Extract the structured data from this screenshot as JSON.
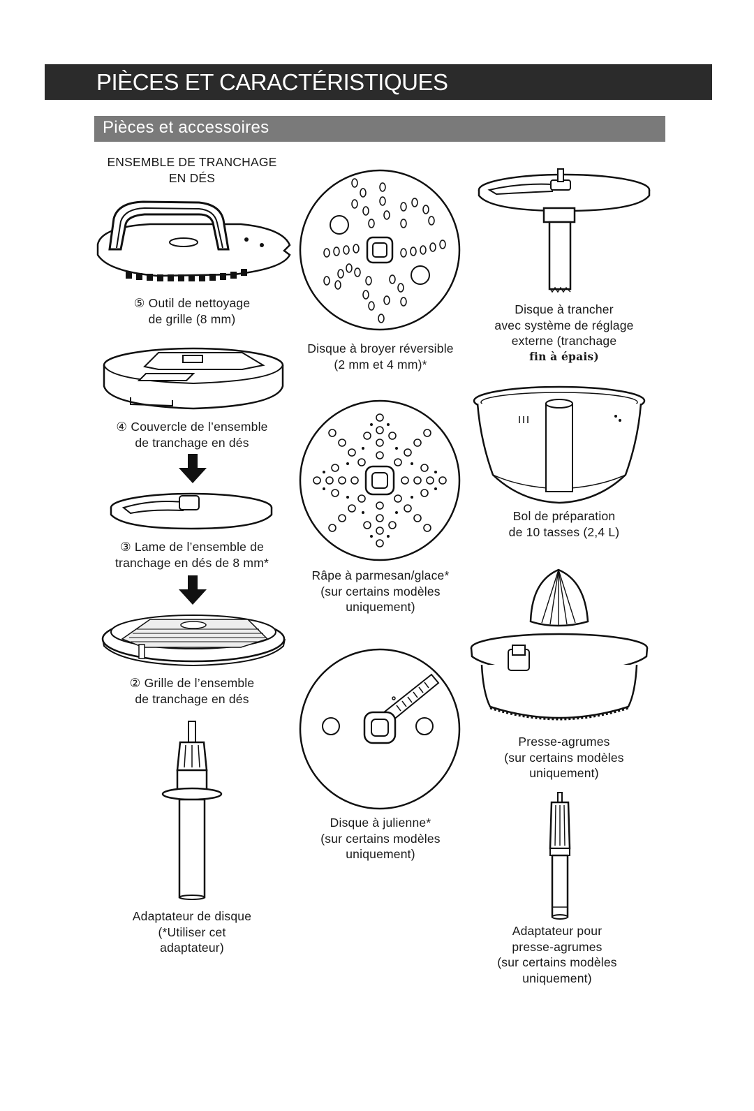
{
  "header": {
    "title": "PIÈCES ET CARACTÉRISTIQUES"
  },
  "section": {
    "title": "Pièces et accessoires"
  },
  "assembly": {
    "title_line1": "ENSEMBLE DE TRANCHAGE",
    "title_line2": "EN DÉS"
  },
  "parts": {
    "cleaning_tool": {
      "line1": "⑤ Outil de nettoyage",
      "line2": "de grille (8 mm)"
    },
    "dice_cover": {
      "line1": "④ Couvercle de l’ensemble",
      "line2": "de tranchage en dés"
    },
    "dice_blade": {
      "line1": "③ Lame de l’ensemble de",
      "line2": "tranchage en dés de 8 mm*"
    },
    "dice_grid": {
      "line1": "② Grille de l’ensemble",
      "line2": "de tranchage en dés"
    },
    "disc_adapter": {
      "line1": "Adaptateur de disque",
      "line2": "(*Utiliser cet",
      "line3": "adaptateur)"
    },
    "shredding_disc": {
      "line1": "Disque à broyer réversible",
      "line2": "(2 mm et 4 mm)*"
    },
    "parmesan_grater": {
      "line1": "Râpe à parmesan/glace*",
      "line2": "(sur certains modèles",
      "line3": "uniquement)"
    },
    "julienne_disc": {
      "line1": "Disque à julienne*",
      "line2": "(sur certains modèles",
      "line3": "uniquement)"
    },
    "slicing_disc": {
      "line1": "Disque à trancher",
      "line2": "avec système de réglage",
      "line3": "externe (tranchage",
      "line4": "fin à épais)"
    },
    "work_bowl": {
      "line1": "Bol de préparation",
      "line2": "de 10 tasses (2,4 L)"
    },
    "citrus_press": {
      "line1": "Presse-agrumes",
      "line2": "(sur certains modèles",
      "line3": "uniquement)"
    },
    "citrus_adapter": {
      "line1": "Adaptateur pour",
      "line2": "presse-agrumes",
      "line3": "(sur certains modèles",
      "line4": "uniquement)"
    }
  }
}
